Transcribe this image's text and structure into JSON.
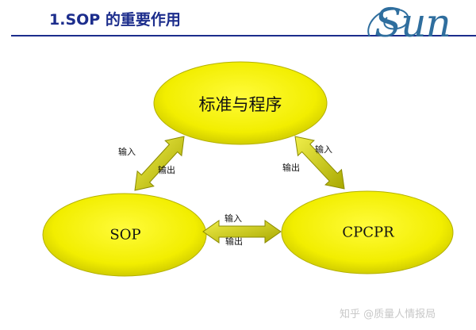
{
  "header": {
    "title": "1.SOP 的重要作用",
    "logo_text": "Sun"
  },
  "diagram": {
    "nodes": {
      "top": "标准与程序",
      "left": "SOP",
      "right": "CPCPR"
    },
    "arrows": {
      "left_input": "输入",
      "left_output": "输出",
      "right_input": "输入",
      "right_output": "输出",
      "bottom_input": "输入",
      "bottom_output": "输出"
    }
  },
  "watermark": "知乎 @质量人情报局",
  "colors": {
    "title": "#1c2d8c",
    "ellipse_fill": "#f2ee00",
    "arrow_fill": "#c9c90e",
    "logo": "#2f6e9e"
  }
}
